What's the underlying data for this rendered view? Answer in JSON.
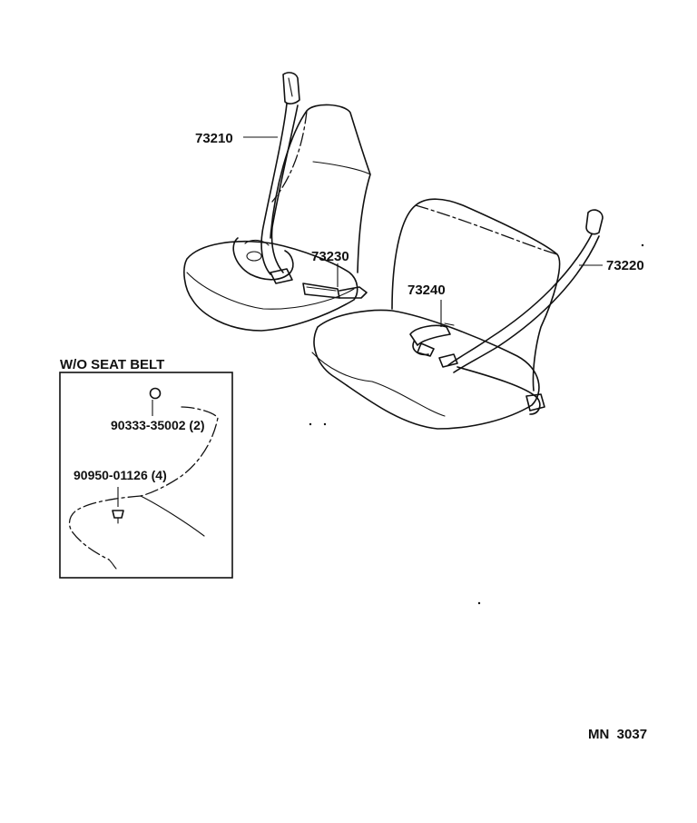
{
  "parts": {
    "shoulder_belt_driver": "73210",
    "buckle_driver": "73230",
    "shoulder_belt_passenger": "73220",
    "buckle_passenger": "73240"
  },
  "inset": {
    "title": "W/O SEAT BELT",
    "plug_part": "90333-35002 (2)",
    "clip_part": "90950-01126 (4)"
  },
  "catalog_code": "MN  3037"
}
